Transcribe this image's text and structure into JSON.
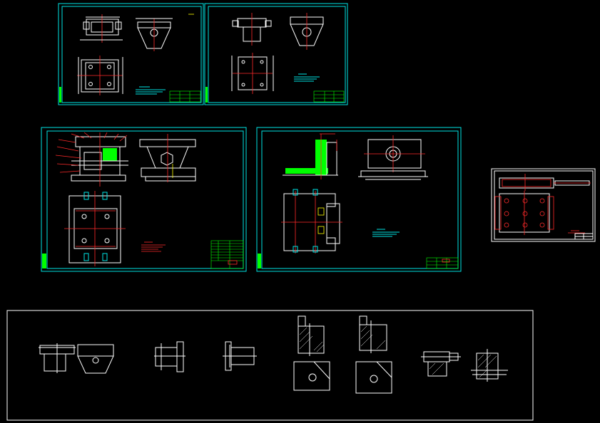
{
  "canvas": {
    "background": "#000000"
  },
  "colors": {
    "frame": "#00e5e5",
    "geometry": "#ffffff",
    "centerline": "#ff2a2a",
    "titleblock": "#00ff00",
    "hatch": "#ffffff"
  },
  "sheets": [
    {
      "id": "sheet-1"
    },
    {
      "id": "sheet-2"
    },
    {
      "id": "sheet-3"
    },
    {
      "id": "sheet-4"
    },
    {
      "id": "sheet-5"
    },
    {
      "id": "parts-panel"
    }
  ]
}
